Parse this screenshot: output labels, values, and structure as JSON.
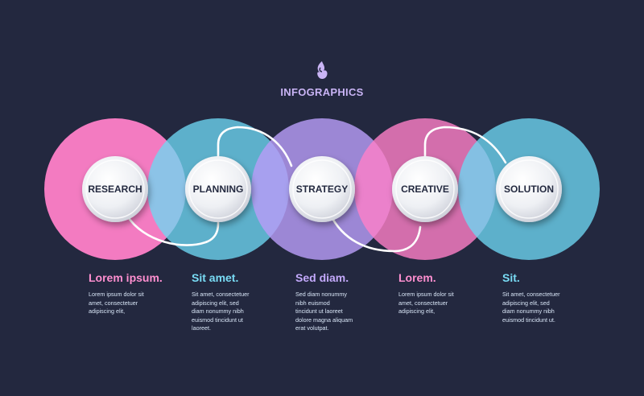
{
  "header": {
    "title": "INFOGRAPHICS",
    "logo_icon": "swirl-flame-icon"
  },
  "colors": {
    "background": "#23283f",
    "pink": "#ff7fc8",
    "cyan": "#6ed7f2",
    "purple": "#b79cf7",
    "connector": "#ffffff"
  },
  "steps": [
    {
      "label": "RESEARCH",
      "color": "#ff7fc8",
      "heading": "Lorem ipsum.",
      "heading_color": "#ff8fd0",
      "body": "Lorem ipsum dolor sit\namet, consectetuer\nadipiscing elit,"
    },
    {
      "label": "PLANNING",
      "color": "#6ed7f2",
      "heading": "Sit amet.",
      "heading_color": "#79dcf5",
      "body": "Sit amet, consectetuer\nadipiscing elit, sed\ndiam nonummy nibh\neuismod tincidunt ut\nlaoreet."
    },
    {
      "label": "STRATEGY",
      "color": "#b79cf7",
      "heading": "Sed diam.",
      "heading_color": "#c3a9fb",
      "body": "Sed diam nonummy\nnibh euismod\ntincidunt ut laoreet\ndolore magna aliquam\nerat volutpat."
    },
    {
      "label": "CREATIVE",
      "color": "#ff7fc8",
      "heading": "Lorem.",
      "heading_color": "#ff8fd0",
      "body": "Lorem ipsum dolor sit\namet, consectetuer\nadipiscing elit,"
    },
    {
      "label": "SOLUTION",
      "color": "#6ed7f2",
      "heading": "Sit.",
      "heading_color": "#79dcf5",
      "body": "Sit amet, consectetuer\nadipiscing elit, sed\ndiam nonummy nibh\neuismod tincidunt ut."
    }
  ]
}
